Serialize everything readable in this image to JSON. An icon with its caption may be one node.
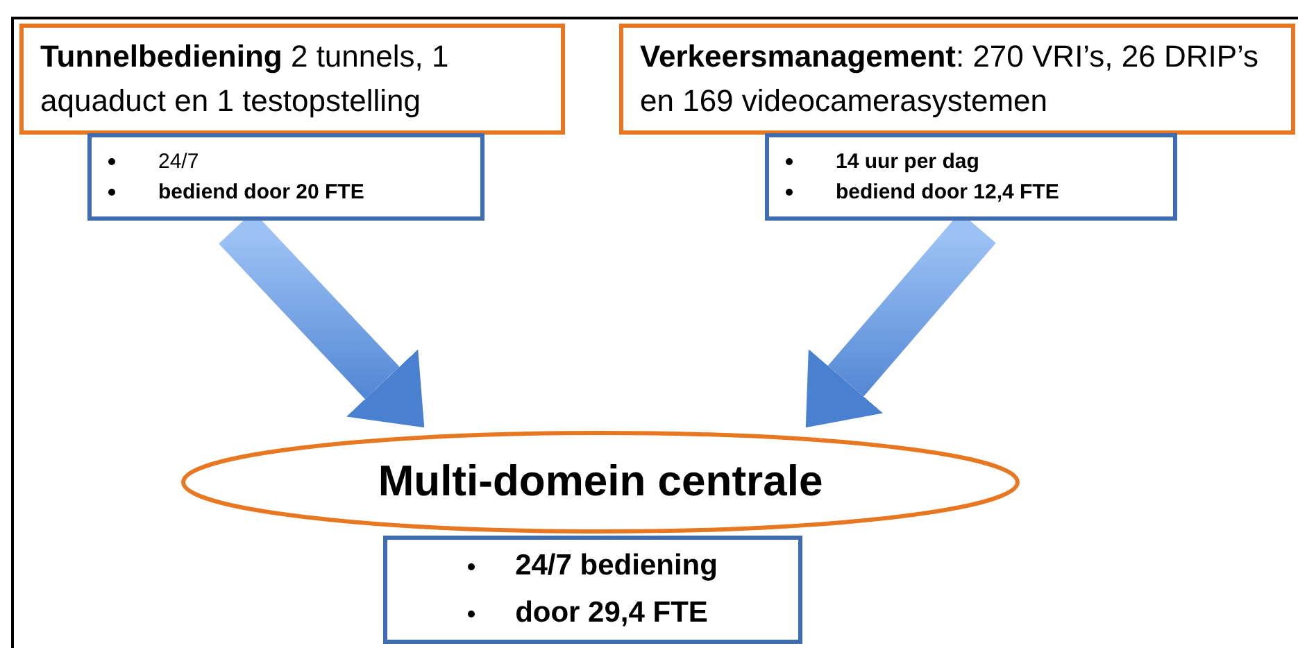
{
  "diagram": {
    "nodes": [
      {
        "text": [
          "**Tunnelbediening** 2 tunnels, 1 aquaduct en 1 testopstelling"
        ]
      },
      {
        "text": [
          "24/7",
          "**bediend door 20 FTE**"
        ]
      },
      {
        "text": [
          "**Verkeersmanagement**: 270 VRI’s, 26 DRIP’s en 169 videocamerasystemen"
        ]
      },
      {
        "text": [
          "**14 uur per dag**",
          "**bediend door 12,4 FTE**"
        ]
      },
      {
        "text": [
          "Multi-domein centrale"
        ]
      },
      {
        "text": [
          "**24/7 bediening**",
          "**door 29,4 FTE**"
        ]
      }
    ],
    "edges": [
      {
        "from": 1,
        "to": 4,
        "arrow": "to",
        "style": "thick"
      },
      {
        "from": 3,
        "to": 4,
        "arrow": "to",
        "style": "thick"
      }
    ]
  }
}
